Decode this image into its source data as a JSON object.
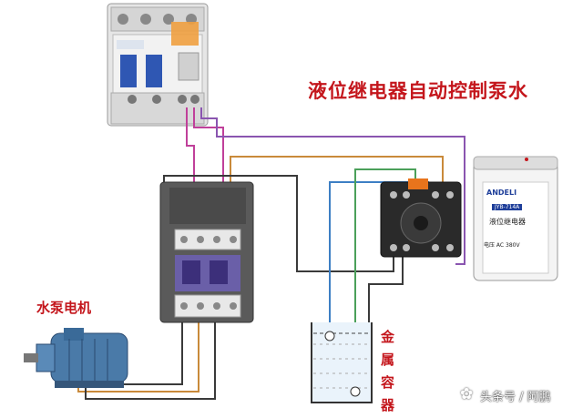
{
  "diagram": {
    "title": "液位继电器自动控制泵水",
    "motor_label": "水泵电机",
    "tank_label_chars": [
      "金",
      "属",
      "容",
      "器"
    ],
    "relay_brand": "ANDELI",
    "relay_model": "JYB-714A",
    "relay_name": "液位继电器",
    "relay_voltage": "电压 AC 380V",
    "watermark": "头条号 / 阿鹏",
    "wire_colors": {
      "magenta": "#c0409a",
      "orange": "#c98a3a",
      "black": "#3a3a3a",
      "blue": "#3d7fc4",
      "green": "#4ba05a",
      "purple": "#8a55b0"
    },
    "accent_color": "#c4161c"
  }
}
